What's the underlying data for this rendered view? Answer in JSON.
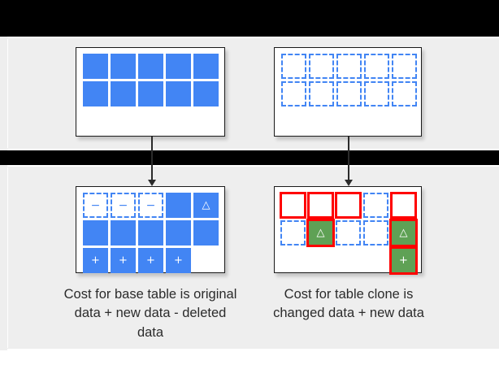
{
  "theme": {
    "background": "#ffffff",
    "panel_background": "#eeeeee",
    "bar_color": "#000000",
    "data_blue": "#4285f4",
    "changed_green": "#5fa155",
    "highlight_red": "#ff0000",
    "card_border": "#1a1a1a",
    "text_color": "#2b2b2b"
  },
  "diagram": {
    "title": "",
    "glyphs": {
      "minus": "−",
      "plus": "+",
      "delta": "△"
    },
    "tables": [
      {
        "id": "base-table-before",
        "position": "top-left",
        "caption": "",
        "rows": [
          [
            {
              "state": "solid",
              "glyph": "",
              "ring": false
            },
            {
              "state": "solid",
              "glyph": "",
              "ring": false
            },
            {
              "state": "solid",
              "glyph": "",
              "ring": false
            },
            {
              "state": "solid",
              "glyph": "",
              "ring": false
            },
            {
              "state": "solid",
              "glyph": "",
              "ring": false
            }
          ],
          [
            {
              "state": "solid",
              "glyph": "",
              "ring": false
            },
            {
              "state": "solid",
              "glyph": "",
              "ring": false
            },
            {
              "state": "solid",
              "glyph": "",
              "ring": false
            },
            {
              "state": "solid",
              "glyph": "",
              "ring": false
            },
            {
              "state": "solid",
              "glyph": "",
              "ring": false
            }
          ]
        ]
      },
      {
        "id": "table-clone-before",
        "position": "top-right",
        "caption": "",
        "rows": [
          [
            {
              "state": "dashed",
              "glyph": "",
              "ring": false
            },
            {
              "state": "dashed",
              "glyph": "",
              "ring": false
            },
            {
              "state": "dashed",
              "glyph": "",
              "ring": false
            },
            {
              "state": "dashed",
              "glyph": "",
              "ring": false
            },
            {
              "state": "dashed",
              "glyph": "",
              "ring": false
            }
          ],
          [
            {
              "state": "dashed",
              "glyph": "",
              "ring": false
            },
            {
              "state": "dashed",
              "glyph": "",
              "ring": false
            },
            {
              "state": "dashed",
              "glyph": "",
              "ring": false
            },
            {
              "state": "dashed",
              "glyph": "",
              "ring": false
            },
            {
              "state": "dashed",
              "glyph": "",
              "ring": false
            }
          ]
        ]
      },
      {
        "id": "base-table-after",
        "position": "bottom-left",
        "caption": "Cost for base table is original data + new data - deleted data",
        "rows": [
          [
            {
              "state": "dashed",
              "glyph": "−",
              "ring": false
            },
            {
              "state": "dashed",
              "glyph": "−",
              "ring": false
            },
            {
              "state": "dashed",
              "glyph": "−",
              "ring": false
            },
            {
              "state": "solid",
              "glyph": "",
              "ring": false
            },
            {
              "state": "solid",
              "glyph": "△",
              "ring": false
            }
          ],
          [
            {
              "state": "solid",
              "glyph": "",
              "ring": false
            },
            {
              "state": "solid",
              "glyph": "",
              "ring": false
            },
            {
              "state": "solid",
              "glyph": "",
              "ring": false
            },
            {
              "state": "solid",
              "glyph": "",
              "ring": false
            },
            {
              "state": "solid",
              "glyph": "",
              "ring": false
            }
          ],
          [
            {
              "state": "solid",
              "glyph": "+",
              "ring": false
            },
            {
              "state": "solid",
              "glyph": "+",
              "ring": false
            },
            {
              "state": "solid",
              "glyph": "+",
              "ring": false
            },
            {
              "state": "solid",
              "glyph": "+",
              "ring": false
            },
            {
              "state": "empty",
              "glyph": "",
              "ring": false
            }
          ]
        ]
      },
      {
        "id": "table-clone-after",
        "position": "bottom-right",
        "caption": "Cost for table clone is changed data + new data",
        "rows": [
          [
            {
              "state": "dashed",
              "glyph": "",
              "ring": true
            },
            {
              "state": "dashed",
              "glyph": "",
              "ring": true
            },
            {
              "state": "dashed",
              "glyph": "",
              "ring": true
            },
            {
              "state": "dashed",
              "glyph": "",
              "ring": false
            },
            {
              "state": "dashed",
              "glyph": "",
              "ring": true
            }
          ],
          [
            {
              "state": "dashed",
              "glyph": "",
              "ring": false
            },
            {
              "state": "green",
              "glyph": "△",
              "ring": true
            },
            {
              "state": "dashed",
              "glyph": "",
              "ring": false
            },
            {
              "state": "dashed",
              "glyph": "",
              "ring": false
            },
            {
              "state": "green",
              "glyph": "△",
              "ring": true
            }
          ],
          [
            {
              "state": "empty",
              "glyph": "",
              "ring": false
            },
            {
              "state": "empty",
              "glyph": "",
              "ring": false
            },
            {
              "state": "empty",
              "glyph": "",
              "ring": false
            },
            {
              "state": "empty",
              "glyph": "",
              "ring": false
            },
            {
              "state": "green",
              "glyph": "+",
              "ring": true
            }
          ]
        ]
      }
    ],
    "captions": {
      "left": "Cost for base table is original data + new data - deleted data",
      "right": "Cost for table clone is changed data + new data"
    }
  }
}
